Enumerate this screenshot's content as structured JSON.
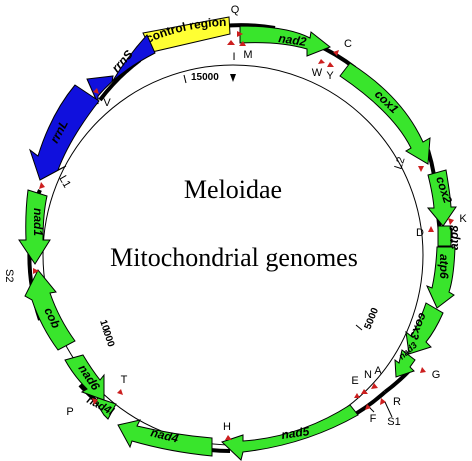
{
  "diagram": {
    "title_line1": "Meloidae",
    "title_line2": "Mitochondrial genomes",
    "position_ticks": [
      {
        "label": "15000",
        "value": 15000
      },
      {
        "label": "10000",
        "value": 10000
      },
      {
        "label": "5000",
        "value": 5000
      }
    ],
    "colors": {
      "protein_coding": "#39e52c",
      "rRNA": "#1010dd",
      "control_region": "#ffff33",
      "trna_marker": "#cc1f1f",
      "backbone": "#000000"
    },
    "control_region": {
      "label": "control region",
      "color": "#ffff33"
    },
    "genes": [
      {
        "label": "nad2",
        "type": "protein_coding",
        "strand": "majority",
        "italic": true
      },
      {
        "label": "cox1",
        "type": "protein_coding",
        "strand": "majority",
        "italic": true
      },
      {
        "label": "cox2",
        "type": "protein_coding",
        "strand": "majority",
        "italic": true
      },
      {
        "label": "atp8",
        "type": "protein_coding",
        "strand": "majority",
        "italic": true
      },
      {
        "label": "atp6",
        "type": "protein_coding",
        "strand": "majority",
        "italic": true
      },
      {
        "label": "cox3",
        "type": "protein_coding",
        "strand": "majority",
        "italic": true
      },
      {
        "label": "nad3",
        "type": "protein_coding",
        "strand": "majority",
        "italic": true
      },
      {
        "label": "nad5",
        "type": "protein_coding",
        "strand": "minority",
        "italic": true
      },
      {
        "label": "nad4",
        "type": "protein_coding",
        "strand": "minority",
        "italic": true
      },
      {
        "label": "nad4l",
        "type": "protein_coding",
        "strand": "minority",
        "italic": true
      },
      {
        "label": "nad6",
        "type": "protein_coding",
        "strand": "majority",
        "italic": true
      },
      {
        "label": "cob",
        "type": "protein_coding",
        "strand": "majority",
        "italic": true
      },
      {
        "label": "nad1",
        "type": "protein_coding",
        "strand": "minority",
        "italic": true
      },
      {
        "label": "rrnL",
        "type": "rRNA",
        "strand": "minority",
        "italic": true
      },
      {
        "label": "rrnS",
        "type": "rRNA",
        "strand": "minority",
        "italic": true
      }
    ],
    "trnas": [
      "Q",
      "I",
      "M",
      "C",
      "W",
      "Y",
      "L2",
      "D",
      "K",
      "G",
      "A",
      "N",
      "E",
      "R",
      "S1",
      "F",
      "H",
      "T",
      "P",
      "S2",
      "L1",
      "V"
    ]
  }
}
